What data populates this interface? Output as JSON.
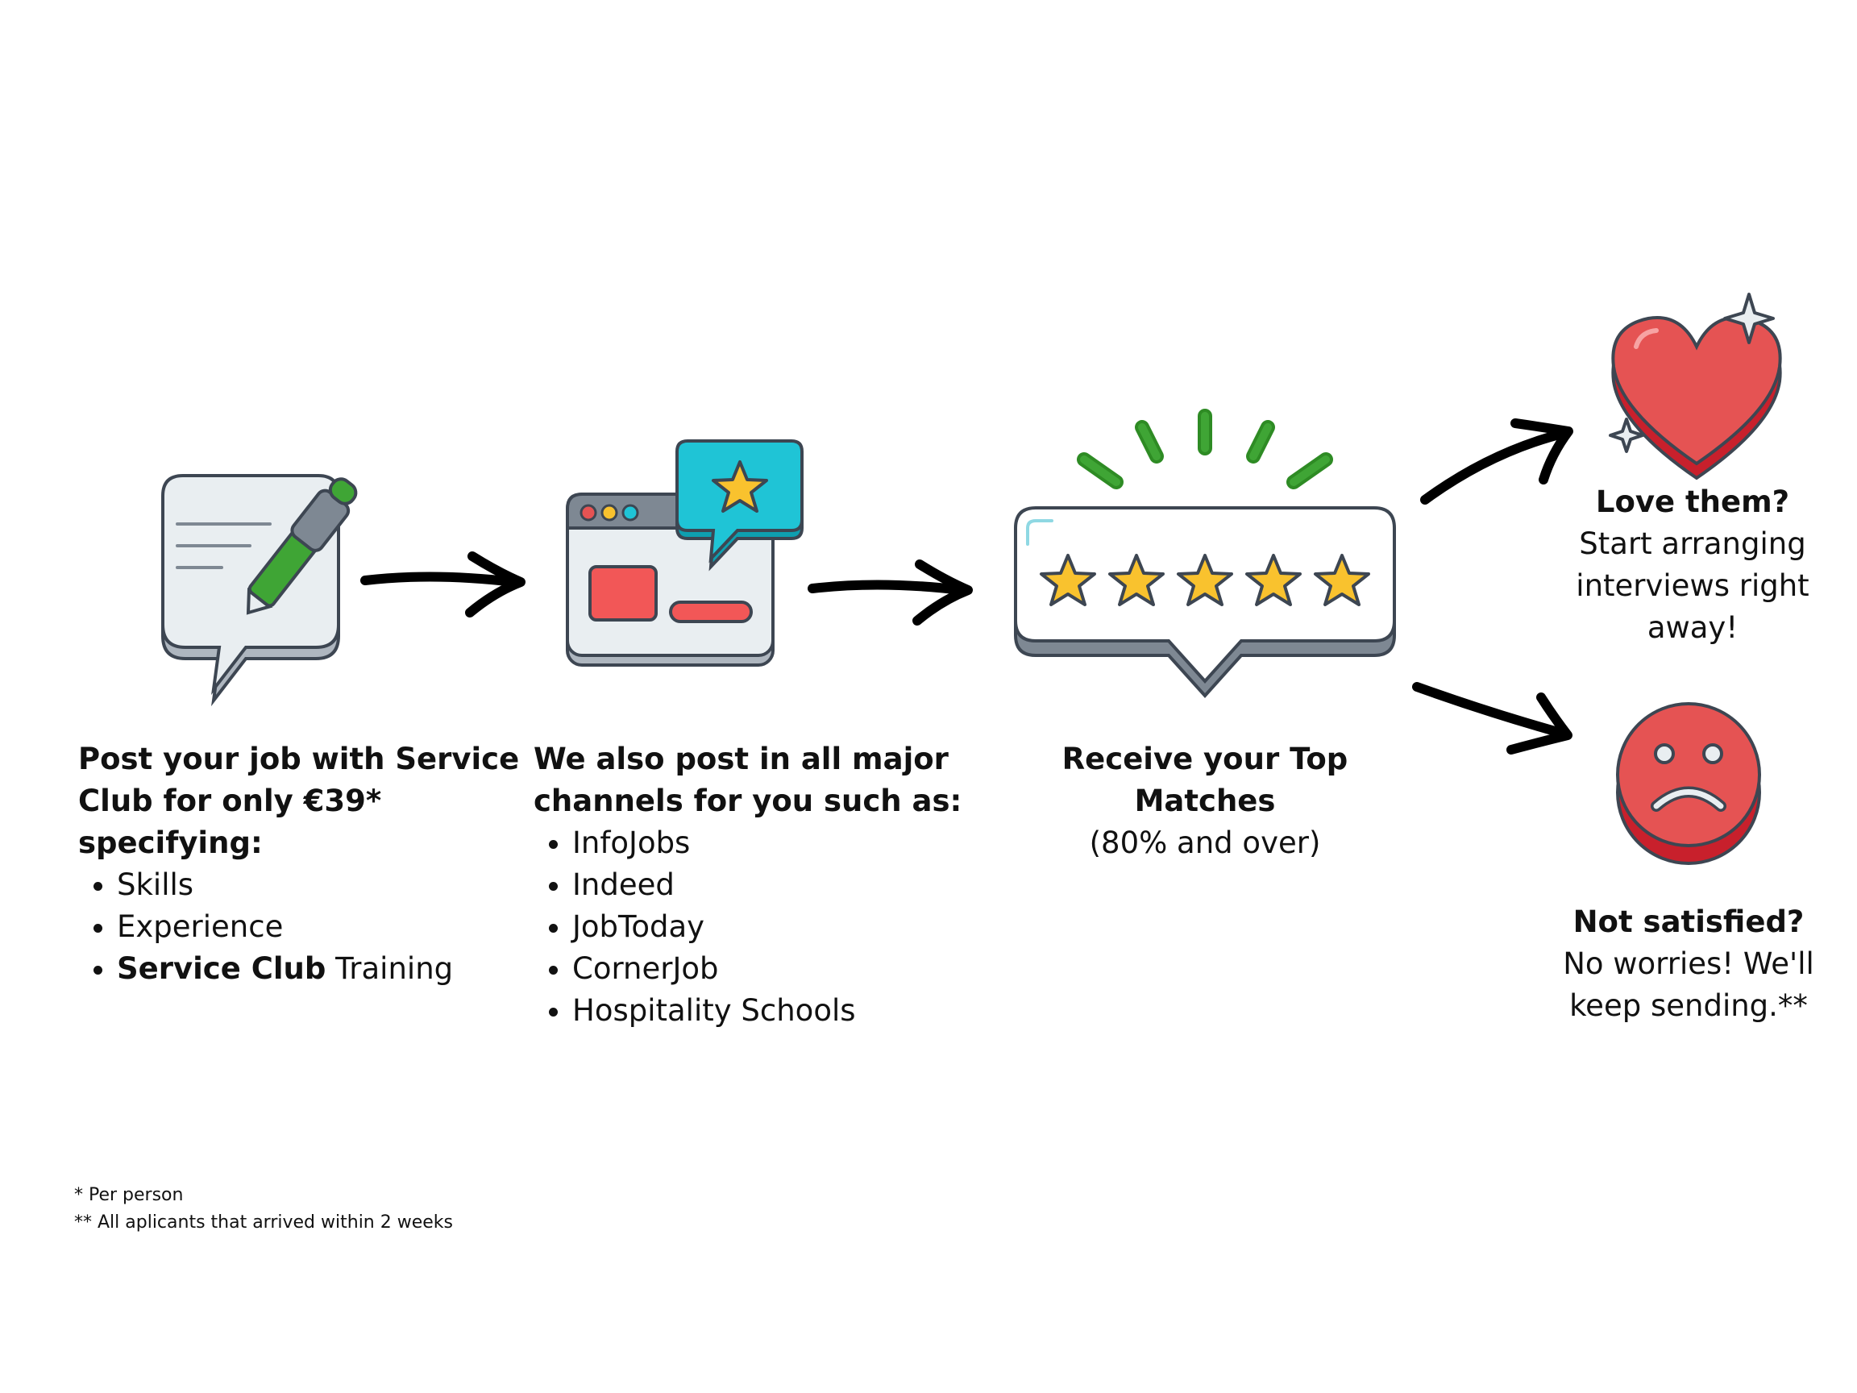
{
  "steps": [
    {
      "icon": "note-with-pen-icon",
      "heading": "Post your job with Service Club for only €39* specifying:",
      "items": [
        {
          "bold": "",
          "text": "Skills"
        },
        {
          "bold": "",
          "text": "Experience"
        },
        {
          "bold": "Service Club",
          "text": " Training"
        }
      ]
    },
    {
      "icon": "browser-window-star-icon",
      "heading": "We also post in all major channels for you such as:",
      "items": [
        "InfoJobs",
        "Indeed",
        "JobToday",
        "CornerJob",
        "Hospitality Schools"
      ]
    },
    {
      "icon": "five-star-rating-bubble-icon",
      "heading": "Receive your Top Matches",
      "subtext": "(80% and over)"
    }
  ],
  "outcomes": {
    "positive": {
      "icon": "sparkling-heart-icon",
      "heading": "Love them?",
      "line1": "Start arranging",
      "line2": "interviews right",
      "line3": "away!"
    },
    "negative": {
      "icon": "sad-face-icon",
      "heading": "Not satisfied?",
      "line1": "No worries! We'll",
      "line2": "keep sending.**"
    }
  },
  "footnotes": [
    "* Per person",
    "** All aplicants that arrived within 2 weeks"
  ],
  "colors": {
    "accent_red": "#E55353",
    "accent_green": "#3FA535",
    "accent_cyan": "#1FC4D6",
    "star_yellow": "#F9C22E",
    "outline": "#3D4652",
    "text": "#111111"
  }
}
